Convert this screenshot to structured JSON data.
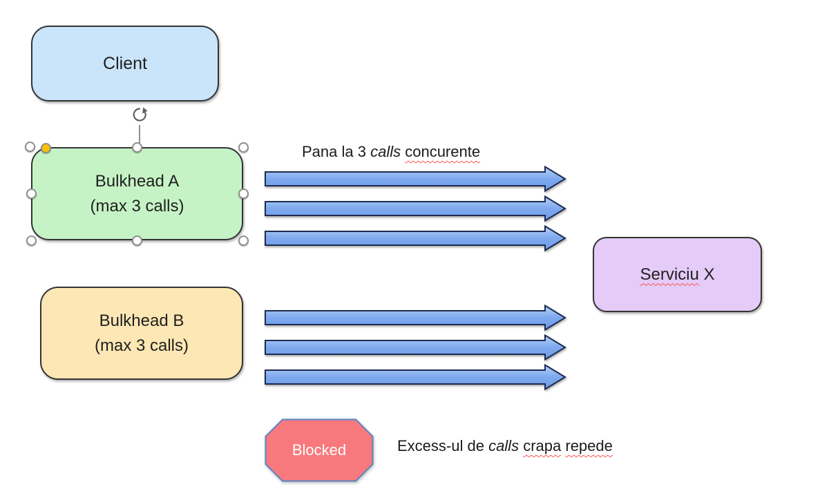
{
  "diagram": {
    "client": {
      "label": "Client",
      "fill": "#CAE4FA"
    },
    "bulkhead_a": {
      "title": "Bulkhead A",
      "subtitle": "(max 3 calls)",
      "fill": "#C6F3C6",
      "selected": true
    },
    "bulkhead_b": {
      "title": "Bulkhead B",
      "subtitle": "(max 3 calls)",
      "fill": "#FDE7B4"
    },
    "service": {
      "name_misspelled": "Serviciu",
      "suffix": " X",
      "fill": "#E4CBF8"
    },
    "blocked": {
      "label": "Blocked",
      "fill": "#F8797D",
      "border": "#6687BE"
    },
    "arrows": {
      "group_a_count": 3,
      "group_b_count": 3,
      "direction": "right"
    }
  },
  "annotations": {
    "top": {
      "prefix": "Pana la 3 ",
      "italic": "calls",
      "sep": " ",
      "misspelled": "concurente"
    },
    "bottom": {
      "prefix": "Excess-ul de ",
      "italic": "calls",
      "sep": " ",
      "misspelled1": "crapa",
      "sep2": " ",
      "misspelled2": "repede"
    }
  },
  "colors": {
    "arrow_fill_top": "#B4D1F7",
    "arrow_fill_bottom": "#6B9CE9",
    "arrow_border": "#1D2B4F",
    "spellcheck_underline": "#FF5148",
    "selection_handle_border": "#8F8F8F",
    "adjust_handle_fill": "#FFC000",
    "shape_border": "#333333",
    "background": "#FFFFFF"
  }
}
